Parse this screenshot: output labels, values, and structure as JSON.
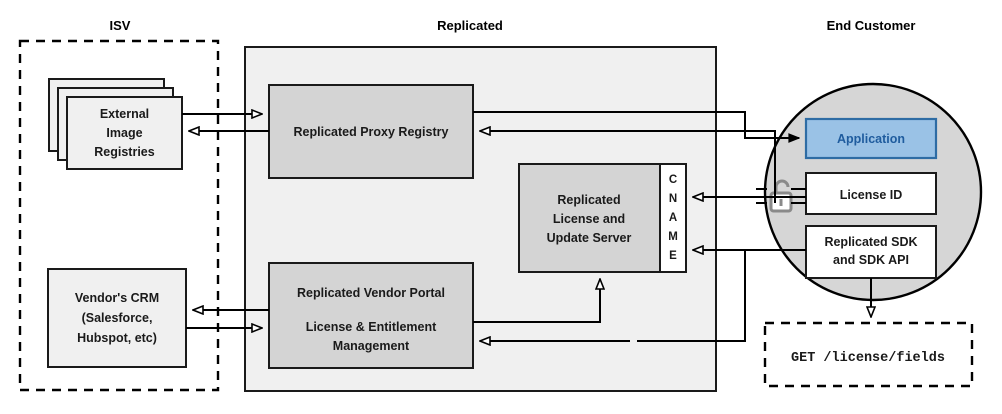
{
  "diagram": {
    "title_regions": {
      "isv": "ISV",
      "replicated": "Replicated",
      "end_customer": "End Customer"
    },
    "colors": {
      "panel_fill": "#f0f0f0",
      "node_fill": "#d4d4d4",
      "white_fill": "#ffffff",
      "circle_fill": "#d6d6d6",
      "app_fill": "#9AC2E6",
      "app_stroke": "#2E6CA4",
      "app_text": "#1F5C9E",
      "lock_color": "#8a8a8a",
      "stroke": "#1a1a1a"
    },
    "isv": {
      "registries": {
        "lines": [
          "External",
          "Image",
          "Registries"
        ]
      },
      "crm": {
        "lines": [
          "Vendor's CRM",
          "(Salesforce,",
          "Hubspot, etc)"
        ]
      }
    },
    "replicated": {
      "proxy_registry": {
        "lines": [
          "Replicated Proxy Registry"
        ]
      },
      "license_update_server": {
        "lines": [
          "Replicated",
          "License and",
          "Update Server"
        ],
        "cname": "CNAME",
        "cname_letters": [
          "C",
          "N",
          "A",
          "M",
          "E"
        ]
      },
      "vendor_portal": {
        "lines": [
          "Replicated Vendor Portal",
          "",
          "License & Entitlement",
          "Management"
        ],
        "line1": "Replicated Vendor Portal",
        "line2": "License & Entitlement",
        "line3": "Management"
      }
    },
    "end_customer": {
      "application": {
        "label": "Application"
      },
      "license_id": {
        "label": "License ID"
      },
      "sdk": {
        "lines": [
          "Replicated SDK",
          "and SDK API"
        ]
      },
      "api_call": {
        "label": "GET /license/fields"
      },
      "lock_icon_name": "unlocked-padlock-icon"
    }
  }
}
